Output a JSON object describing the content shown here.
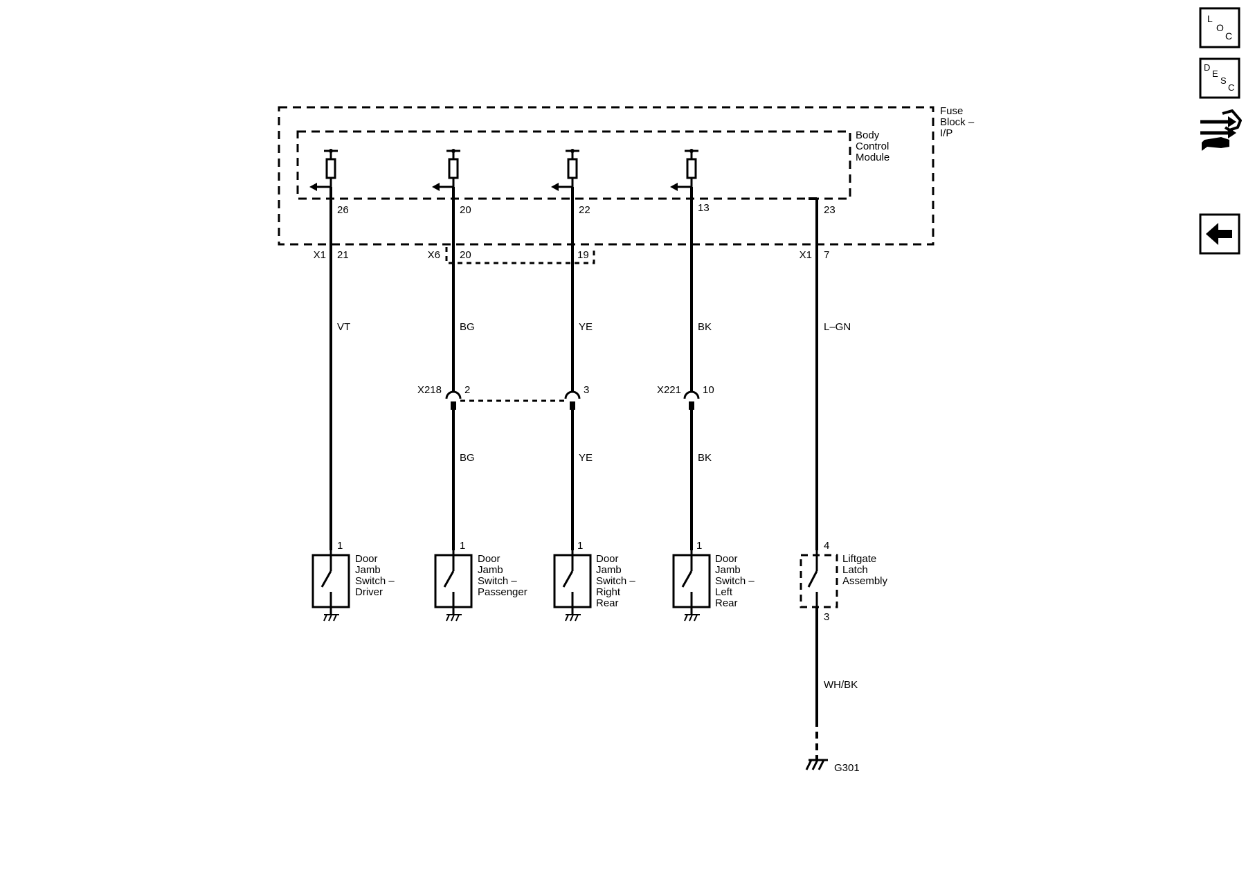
{
  "modules": {
    "fuse_block": {
      "label": [
        "Fuse",
        "Block –",
        "I/P"
      ]
    },
    "bcm": {
      "label": [
        "Body",
        "Control",
        "Module"
      ]
    }
  },
  "circuits": [
    {
      "bcm_pin": "26",
      "connector": "X1",
      "connector_pin": "21",
      "wire_upper": "VT",
      "inline": null,
      "wire_lower": null,
      "switch_pin": "1",
      "switch_label": [
        "Door",
        "Jamb",
        "Switch –",
        "Driver"
      ]
    },
    {
      "bcm_pin": "20",
      "connector": "X6",
      "connector_pin": "20",
      "wire_upper": "BG",
      "inline": {
        "name": "X218",
        "pin": "2"
      },
      "wire_lower": "BG",
      "switch_pin": "1",
      "switch_label": [
        "Door",
        "Jamb",
        "Switch –",
        "Passenger"
      ]
    },
    {
      "bcm_pin": "22",
      "connector": "",
      "connector_pin": "19",
      "wire_upper": "YE",
      "inline": {
        "name": "",
        "pin": "3"
      },
      "wire_lower": "YE",
      "switch_pin": "1",
      "switch_label": [
        "Door",
        "Jamb",
        "Switch –",
        "Right",
        "Rear"
      ]
    },
    {
      "bcm_pin": "13",
      "connector": "",
      "connector_pin": "",
      "wire_upper": "BK",
      "inline": {
        "name": "X221",
        "pin": "10"
      },
      "wire_lower": "BK",
      "switch_pin": "1",
      "switch_label": [
        "Door",
        "Jamb",
        "Switch –",
        "Left",
        "Rear"
      ]
    }
  ],
  "liftgate": {
    "bcm_pin": "23",
    "connector": "X1",
    "connector_pin": "7",
    "wire_upper": "L–GN",
    "latch_pin_top": "4",
    "latch_pin_bottom": "3",
    "label": [
      "Liftgate",
      "Latch",
      "Assembly"
    ],
    "wire_lower": "WH/BK",
    "ground": "G301"
  },
  "side_buttons": {
    "loc": [
      "L",
      "O",
      "C"
    ],
    "desc": [
      "D",
      "E",
      "S",
      "C"
    ]
  },
  "icons": {
    "loc": "loc-icon",
    "desc": "desc-icon",
    "connector": "connector-icon",
    "back": "back-arrow-icon"
  }
}
